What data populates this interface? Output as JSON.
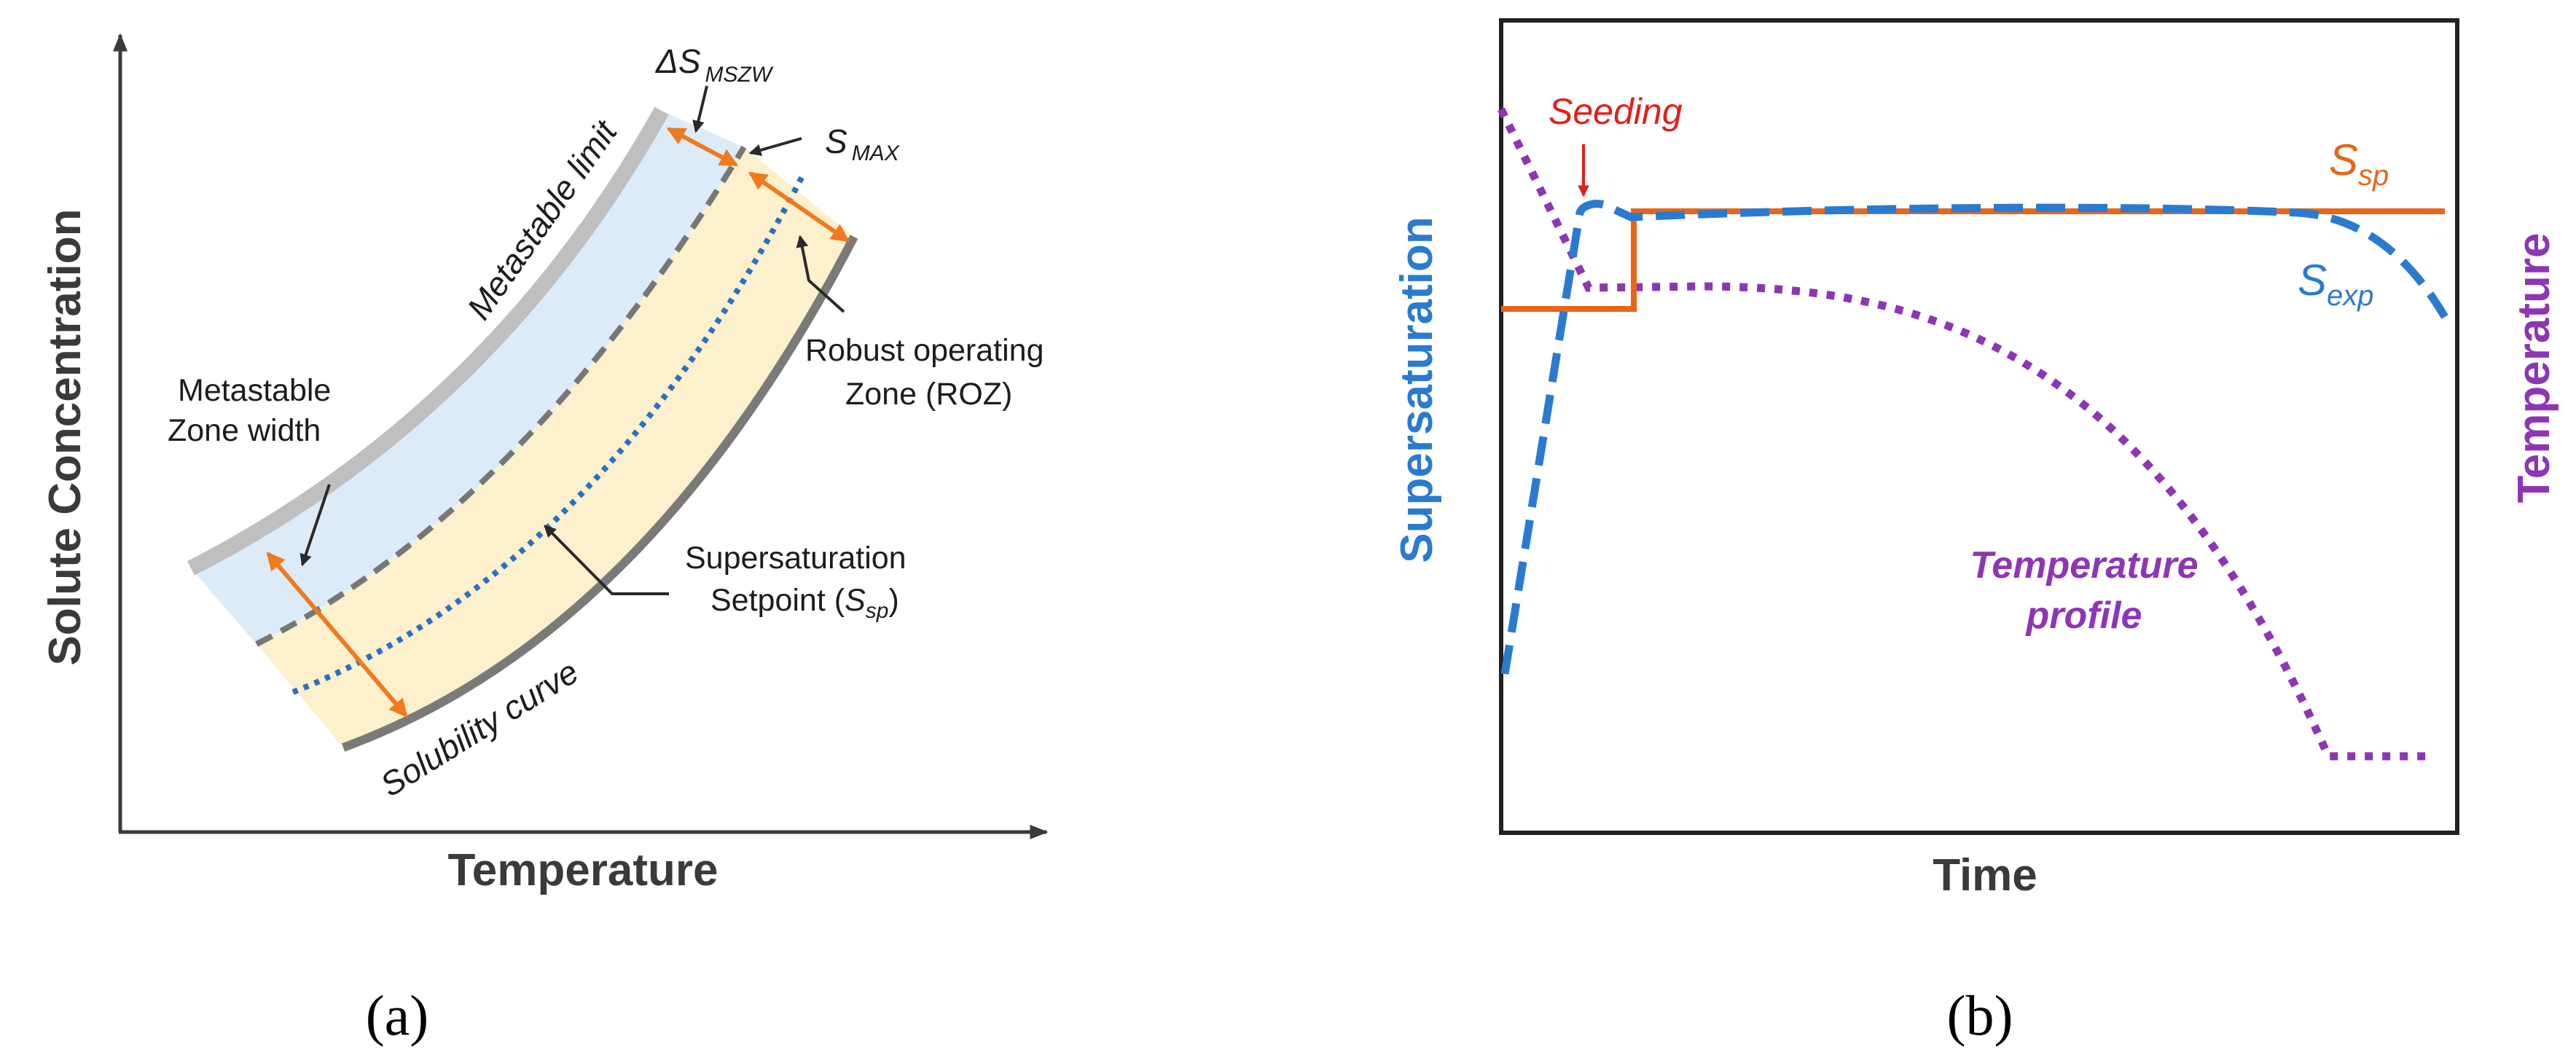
{
  "panel_a": {
    "label": "(a)",
    "x_axis_title": "Temperature",
    "y_axis_title": "Solute Concentration",
    "curve_labels": {
      "metastable_limit": "Metastable limit",
      "solubility_curve": "Solubility curve"
    },
    "annotations": {
      "delta_s_main": "ΔS",
      "delta_s_sub": "MSZW",
      "s_max_main": "S",
      "s_max_sub": "MAX",
      "roz_line1": "Robust operating",
      "roz_line2": "Zone (ROZ)",
      "mszw_line1": "Metastable",
      "mszw_line2": "Zone width",
      "setpoint_line1": "Supersaturation",
      "setpoint_line2_prefix": "Setpoint (",
      "setpoint_symbol": "S",
      "setpoint_sub": "sp",
      "setpoint_suffix": ")"
    },
    "colors": {
      "metastable_limit": "#bfbfbf",
      "solubility_curve": "#7a7a7a",
      "s_max_dashed": "#777777",
      "setpoint_dotted": "#2a6fc4",
      "mszw_fill": "#dcebf8",
      "roz_fill": "#fdf0cc",
      "arrows": "#f07a1e",
      "axes": "#3a3a3a"
    }
  },
  "panel_b": {
    "label": "(b)",
    "x_axis_title": "Time",
    "y_axis_left_title": "Supersaturation",
    "y_axis_right_title": "Temperature",
    "annotations": {
      "seeding": "Seeding",
      "s_sp_main": "S",
      "s_sp_sub": "sp",
      "s_exp_main": "S",
      "s_exp_sub": "exp",
      "temp_profile_line1": "Temperature",
      "temp_profile_line2": "profile"
    },
    "colors": {
      "s_sp": "#e8651a",
      "s_exp": "#2a7bd0",
      "temperature": "#8e35b5",
      "seeding": "#e0201c",
      "frame": "#222222",
      "supersaturation_axis_title": "#2a7bd0",
      "temperature_axis_title": "#8e35b5"
    }
  }
}
